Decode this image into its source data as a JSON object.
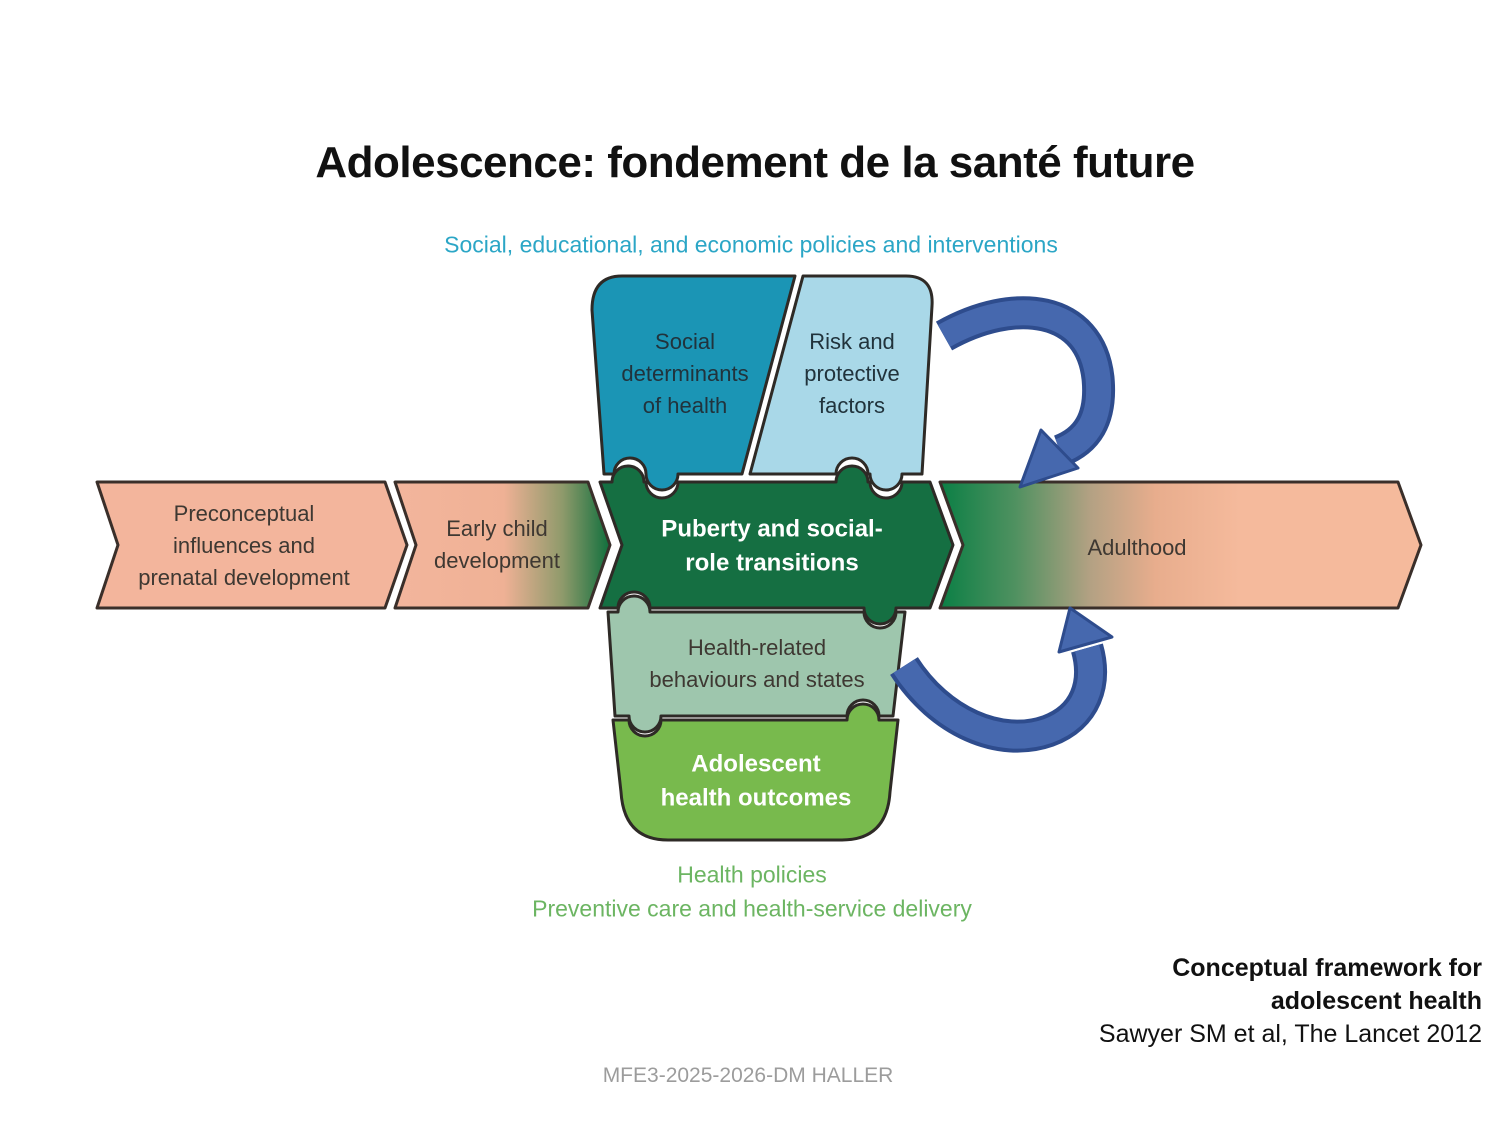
{
  "slide": {
    "title": "Adolescence: fondement de la santé future",
    "footer": "MFE3-2025-2026-DM HALLER"
  },
  "caption": {
    "line1": "Conceptual framework for",
    "line2": "adolescent health",
    "line3": "Sawyer SM et al, The Lancet 2012"
  },
  "diagram": {
    "top_label": "Social, educational, and economic policies and interventions",
    "bottom_label_line1": "Health policies",
    "bottom_label_line2": "Preventive care and health-service delivery",
    "pieces": {
      "social_determinants": "Social\ndeterminants\nof health",
      "risk_protective": "Risk and\nprotective\nfactors",
      "preconceptual": "Preconceptual\ninfluences and\nprenatal development",
      "early_child": "Early child\ndevelopment",
      "puberty": "Puberty and social-\nrole transitions",
      "adulthood": "Adulthood",
      "health_behaviours": "Health-related\nbehaviours and states",
      "adolescent_outcomes": "Adolescent\nhealth outcomes"
    },
    "colors": {
      "teal_piece": "#1B95B5",
      "light_blue_piece": "#A9D8E8",
      "dark_green_piece": "#156F42",
      "sage_piece": "#9EC6AD",
      "bright_green_piece": "#78BA4D",
      "salmon_arrow": "#F3B59C",
      "cycle_arrow_blue": "#4668AE",
      "cycle_arrow_outline": "#2E4C8D",
      "top_label_teal": "#2BA6C6",
      "bottom_label_green": "#6CB562"
    }
  }
}
